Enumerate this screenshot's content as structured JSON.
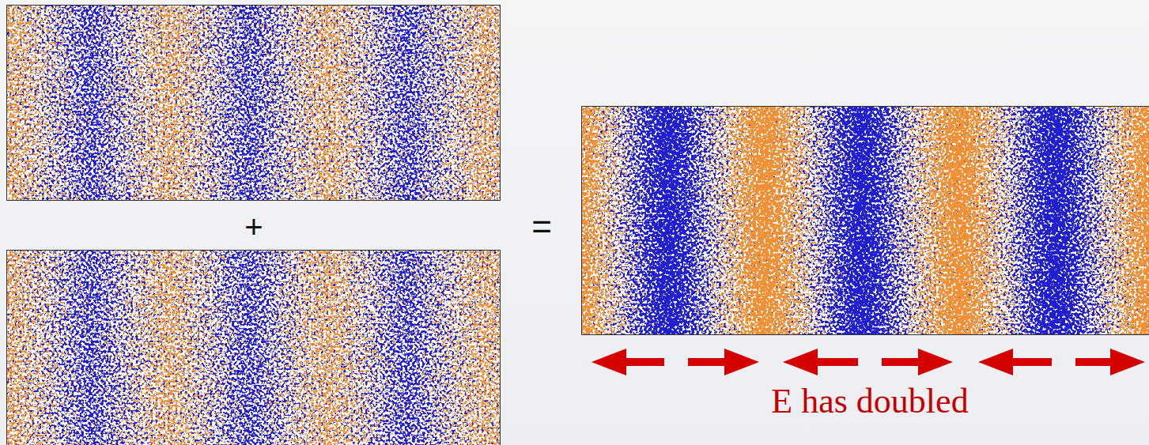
{
  "diagram": {
    "labels": [
      "+",
      "=",
      "E has doubled"
    ]
  }
}
